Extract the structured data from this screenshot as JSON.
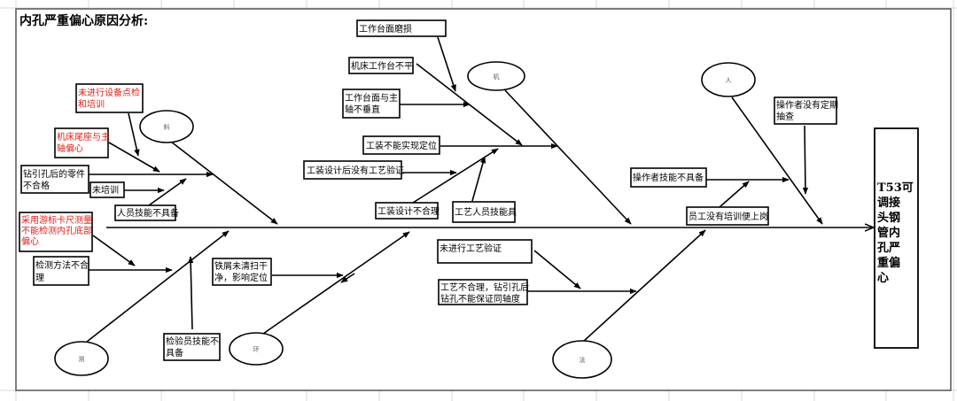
{
  "title": "内孔严重偏心原因分析:",
  "effect": {
    "label": "T53可调接头钢管内孔严重偏心",
    "lines": [
      "T53可",
      "调接",
      "头钢",
      "管内",
      "孔严",
      "重偏",
      "心"
    ]
  },
  "colors": {
    "line": "#000000",
    "highlight_text": "#e0201c",
    "grid": "#d9d9d9"
  },
  "categories": [
    {
      "id": "liao",
      "label": "料",
      "causes": [
        {
          "lines": [
            "未进行设备点检",
            "和培训"
          ],
          "highlight": true
        },
        {
          "lines": [
            "机床尾座与主",
            "轴偏心"
          ],
          "highlight": true
        },
        {
          "lines": [
            "钻引孔后的零件",
            "不合格"
          ],
          "highlight": false
        },
        {
          "lines": [
            "未培训"
          ],
          "highlight": false
        },
        {
          "lines": [
            "人员技能不具备"
          ],
          "highlight": false
        }
      ]
    },
    {
      "id": "ji",
      "label": "机",
      "causes": [
        {
          "lines": [
            "工作台面磨损"
          ],
          "highlight": false
        },
        {
          "lines": [
            "机床工作台不平"
          ],
          "highlight": false
        },
        {
          "lines": [
            "工作台面与主",
            "轴不垂直"
          ],
          "highlight": false
        },
        {
          "lines": [
            "工装不能实现定位"
          ],
          "highlight": false
        },
        {
          "lines": [
            "工装设计后没有工艺验证"
          ],
          "highlight": false
        },
        {
          "lines": [
            "工装设计不合理"
          ],
          "highlight": false
        },
        {
          "lines": [
            "工艺人员技能具"
          ],
          "highlight": false
        }
      ]
    },
    {
      "id": "ren",
      "label": "人",
      "causes": [
        {
          "lines": [
            "操作者没有定期",
            "抽查"
          ],
          "highlight": false
        },
        {
          "lines": [
            "操作者技能不具备"
          ],
          "highlight": false
        },
        {
          "lines": [
            "员工没有培训便上岗"
          ],
          "highlight": false
        }
      ]
    },
    {
      "id": "ce",
      "label": "测",
      "causes": [
        {
          "lines": [
            "采用游标卡尺测量",
            "不能检测内孔底部",
            "偏心"
          ],
          "highlight": true
        },
        {
          "lines": [
            "检测方法不合",
            "理"
          ],
          "highlight": false
        },
        {
          "lines": [
            "检验员技能不",
            "具备"
          ],
          "highlight": false
        }
      ]
    },
    {
      "id": "huan",
      "label": "环",
      "causes": [
        {
          "lines": [
            "铁屑未清扫干",
            "净，影响定位"
          ],
          "highlight": false
        }
      ]
    },
    {
      "id": "fa",
      "label": "法",
      "causes": [
        {
          "lines": [
            "未进行工艺验证"
          ],
          "highlight": false
        },
        {
          "lines": [
            "工艺不合理，钻引孔后",
            "钻孔不能保证同轴度"
          ],
          "highlight": false
        }
      ]
    }
  ]
}
